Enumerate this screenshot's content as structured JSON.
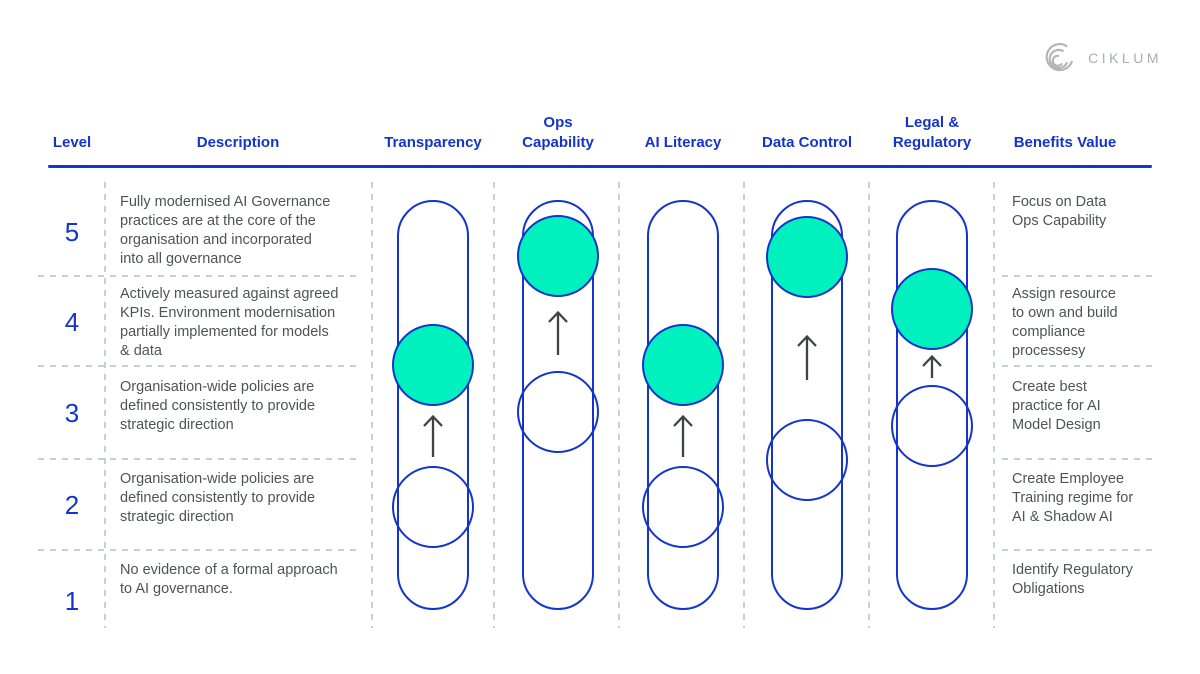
{
  "logo": {
    "text": "CIKLUM",
    "icon": "ciklum-concentric-c-icon",
    "color": "#aaadb0"
  },
  "colors": {
    "accent_blue": "#1534cb",
    "marker_fill_teal": "#00f0be",
    "body_text_gray": "#4f5356",
    "dash_gray": "#c9ced2"
  },
  "header": {
    "level": "Level",
    "description": "Description",
    "transparency": "Transparency",
    "ops_capability": "Ops\nCapability",
    "ai_literacy": "AI Literacy",
    "data_control": "Data Control",
    "legal_regulatory": "Legal &\nRegulatory",
    "benefits_value": "Benefits Value"
  },
  "rows": [
    {
      "level": "5",
      "description": "Fully modernised AI Governance\npractices are at the core of the\norganisation and incorporated\ninto all governance",
      "benefit": "Focus on Data\nOps Capability"
    },
    {
      "level": "4",
      "description": "Actively measured against agreed\nKPIs. Environment modernisation\npartially implemented for models\n& data",
      "benefit": "Assign resource\nto own and build\ncompliance\nprocessesy"
    },
    {
      "level": "3",
      "description": "Organisation-wide policies are\ndefined consistently to provide\nstrategic direction",
      "benefit": "Create best\npractice for AI\nModel Design"
    },
    {
      "level": "2",
      "description": "Organisation-wide policies are\ndefined consistently to provide\nstrategic direction",
      "benefit": "Create Employee\nTraining regime for\nAI & Shadow AI"
    },
    {
      "level": "1",
      "description": "No evidence of a formal approach\nto AI governance.",
      "benefit": "Identify Regulatory\nObligations"
    }
  ],
  "maturity_tracks": [
    {
      "label": "Transparency",
      "filled_marker_at_level": 3.5,
      "empty_marker_at_level": 2,
      "arrow": "up"
    },
    {
      "label": "Ops Capability",
      "filled_marker_at_level": 5,
      "empty_marker_at_level": 3,
      "arrow": "up"
    },
    {
      "label": "AI Literacy",
      "filled_marker_at_level": 3.5,
      "empty_marker_at_level": 2,
      "arrow": "up"
    },
    {
      "label": "Data Control",
      "filled_marker_at_level": 5,
      "empty_marker_at_level": 2.5,
      "arrow": "up"
    },
    {
      "label": "Legal & Regulatory",
      "filled_marker_at_level": 4,
      "empty_marker_at_level": 3,
      "arrow": "up"
    }
  ]
}
